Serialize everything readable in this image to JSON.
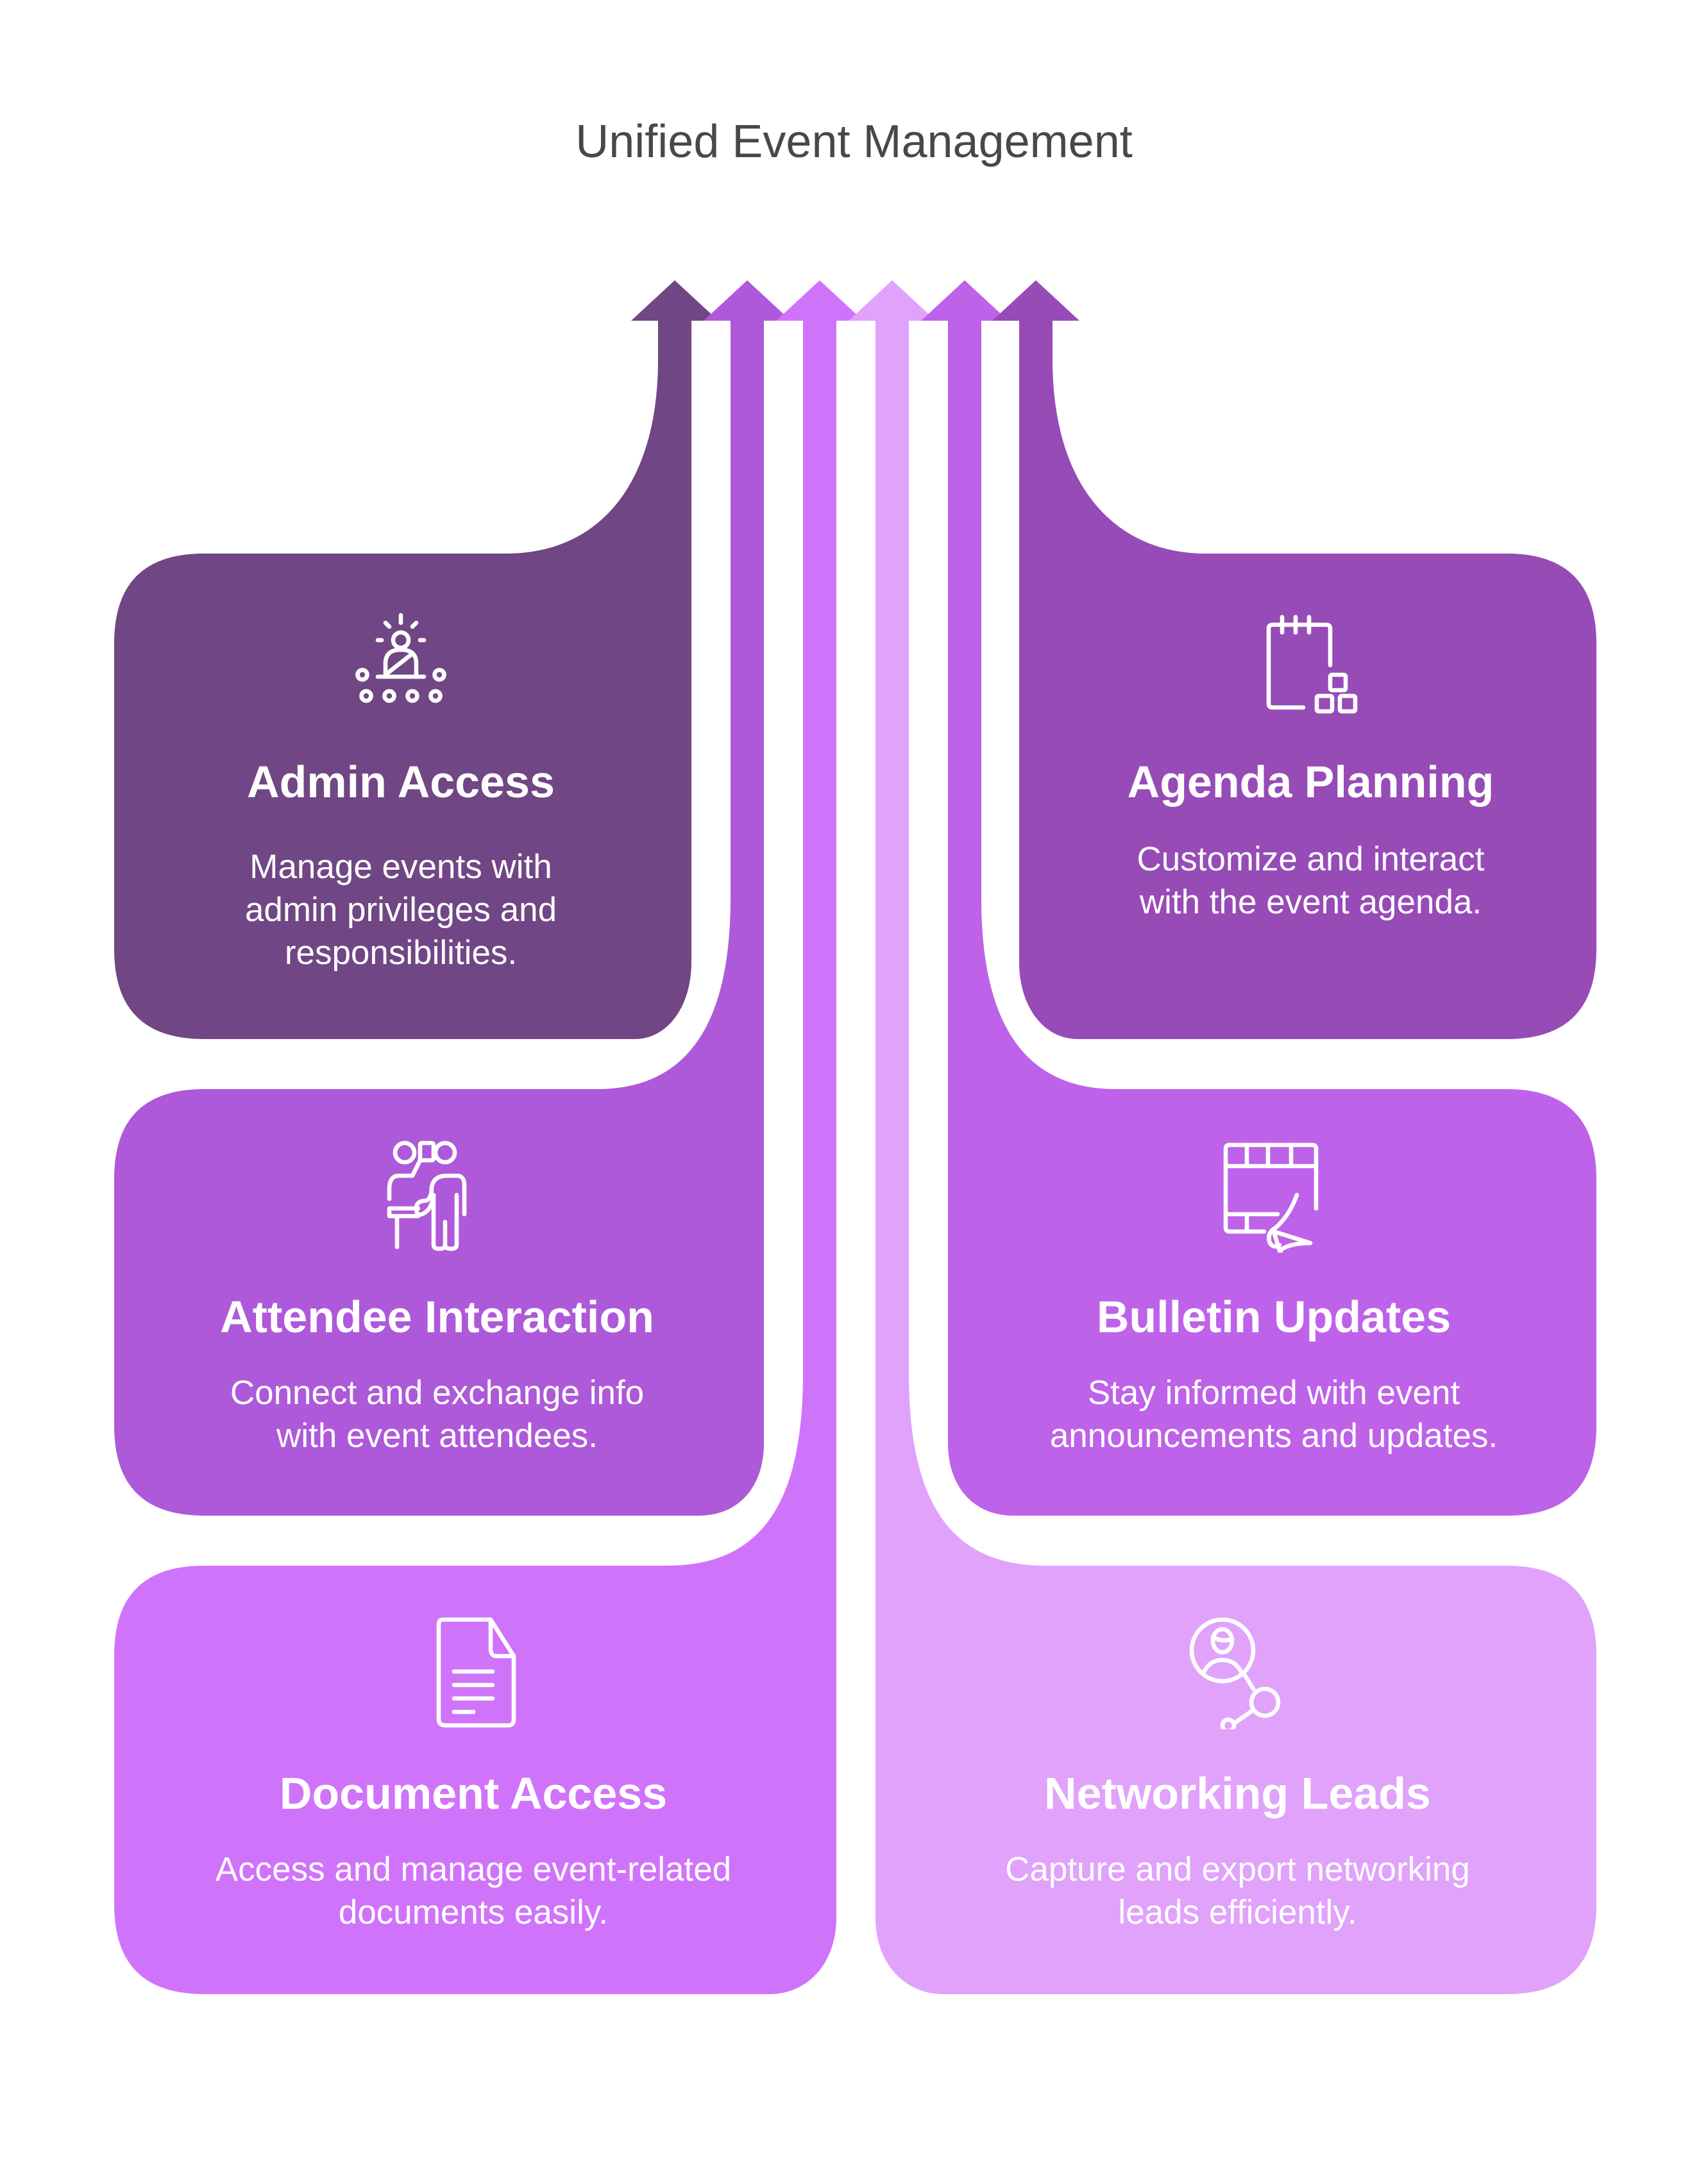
{
  "title": "Unified Event Management",
  "colors": {
    "admin": "#704684",
    "attendee": "#AE59D9",
    "document": "#D073FB",
    "networking": "#E0A2FB",
    "bulletin": "#BE62E9",
    "agenda": "#974BB7",
    "text": "#FFFFFF",
    "title": "#484848"
  },
  "cards": [
    {
      "id": "admin",
      "heading": "Admin Access",
      "icon": "presenter-audience-icon",
      "description": [
        "Manage events with",
        "admin privileges and",
        "responsibilities."
      ]
    },
    {
      "id": "agenda",
      "heading": "Agenda Planning",
      "icon": "calendar-blocks-icon",
      "description": [
        "Customize and interact",
        "with the event agenda."
      ]
    },
    {
      "id": "attendee",
      "heading": "Attendee Interaction",
      "icon": "people-interaction-icon",
      "description": [
        "Connect and exchange info",
        "with event attendees."
      ]
    },
    {
      "id": "bulletin",
      "heading": "Bulletin Updates",
      "icon": "bulletin-megaphone-icon",
      "description": [
        "Stay informed with event",
        "announcements and updates."
      ]
    },
    {
      "id": "document",
      "heading": "Document Access",
      "icon": "document-icon",
      "description": [
        "Access and manage event-related",
        "documents easily."
      ]
    },
    {
      "id": "networking",
      "heading": "Networking Leads",
      "icon": "network-profile-icon",
      "description": [
        "Capture and export networking",
        "leads efficiently."
      ]
    }
  ]
}
